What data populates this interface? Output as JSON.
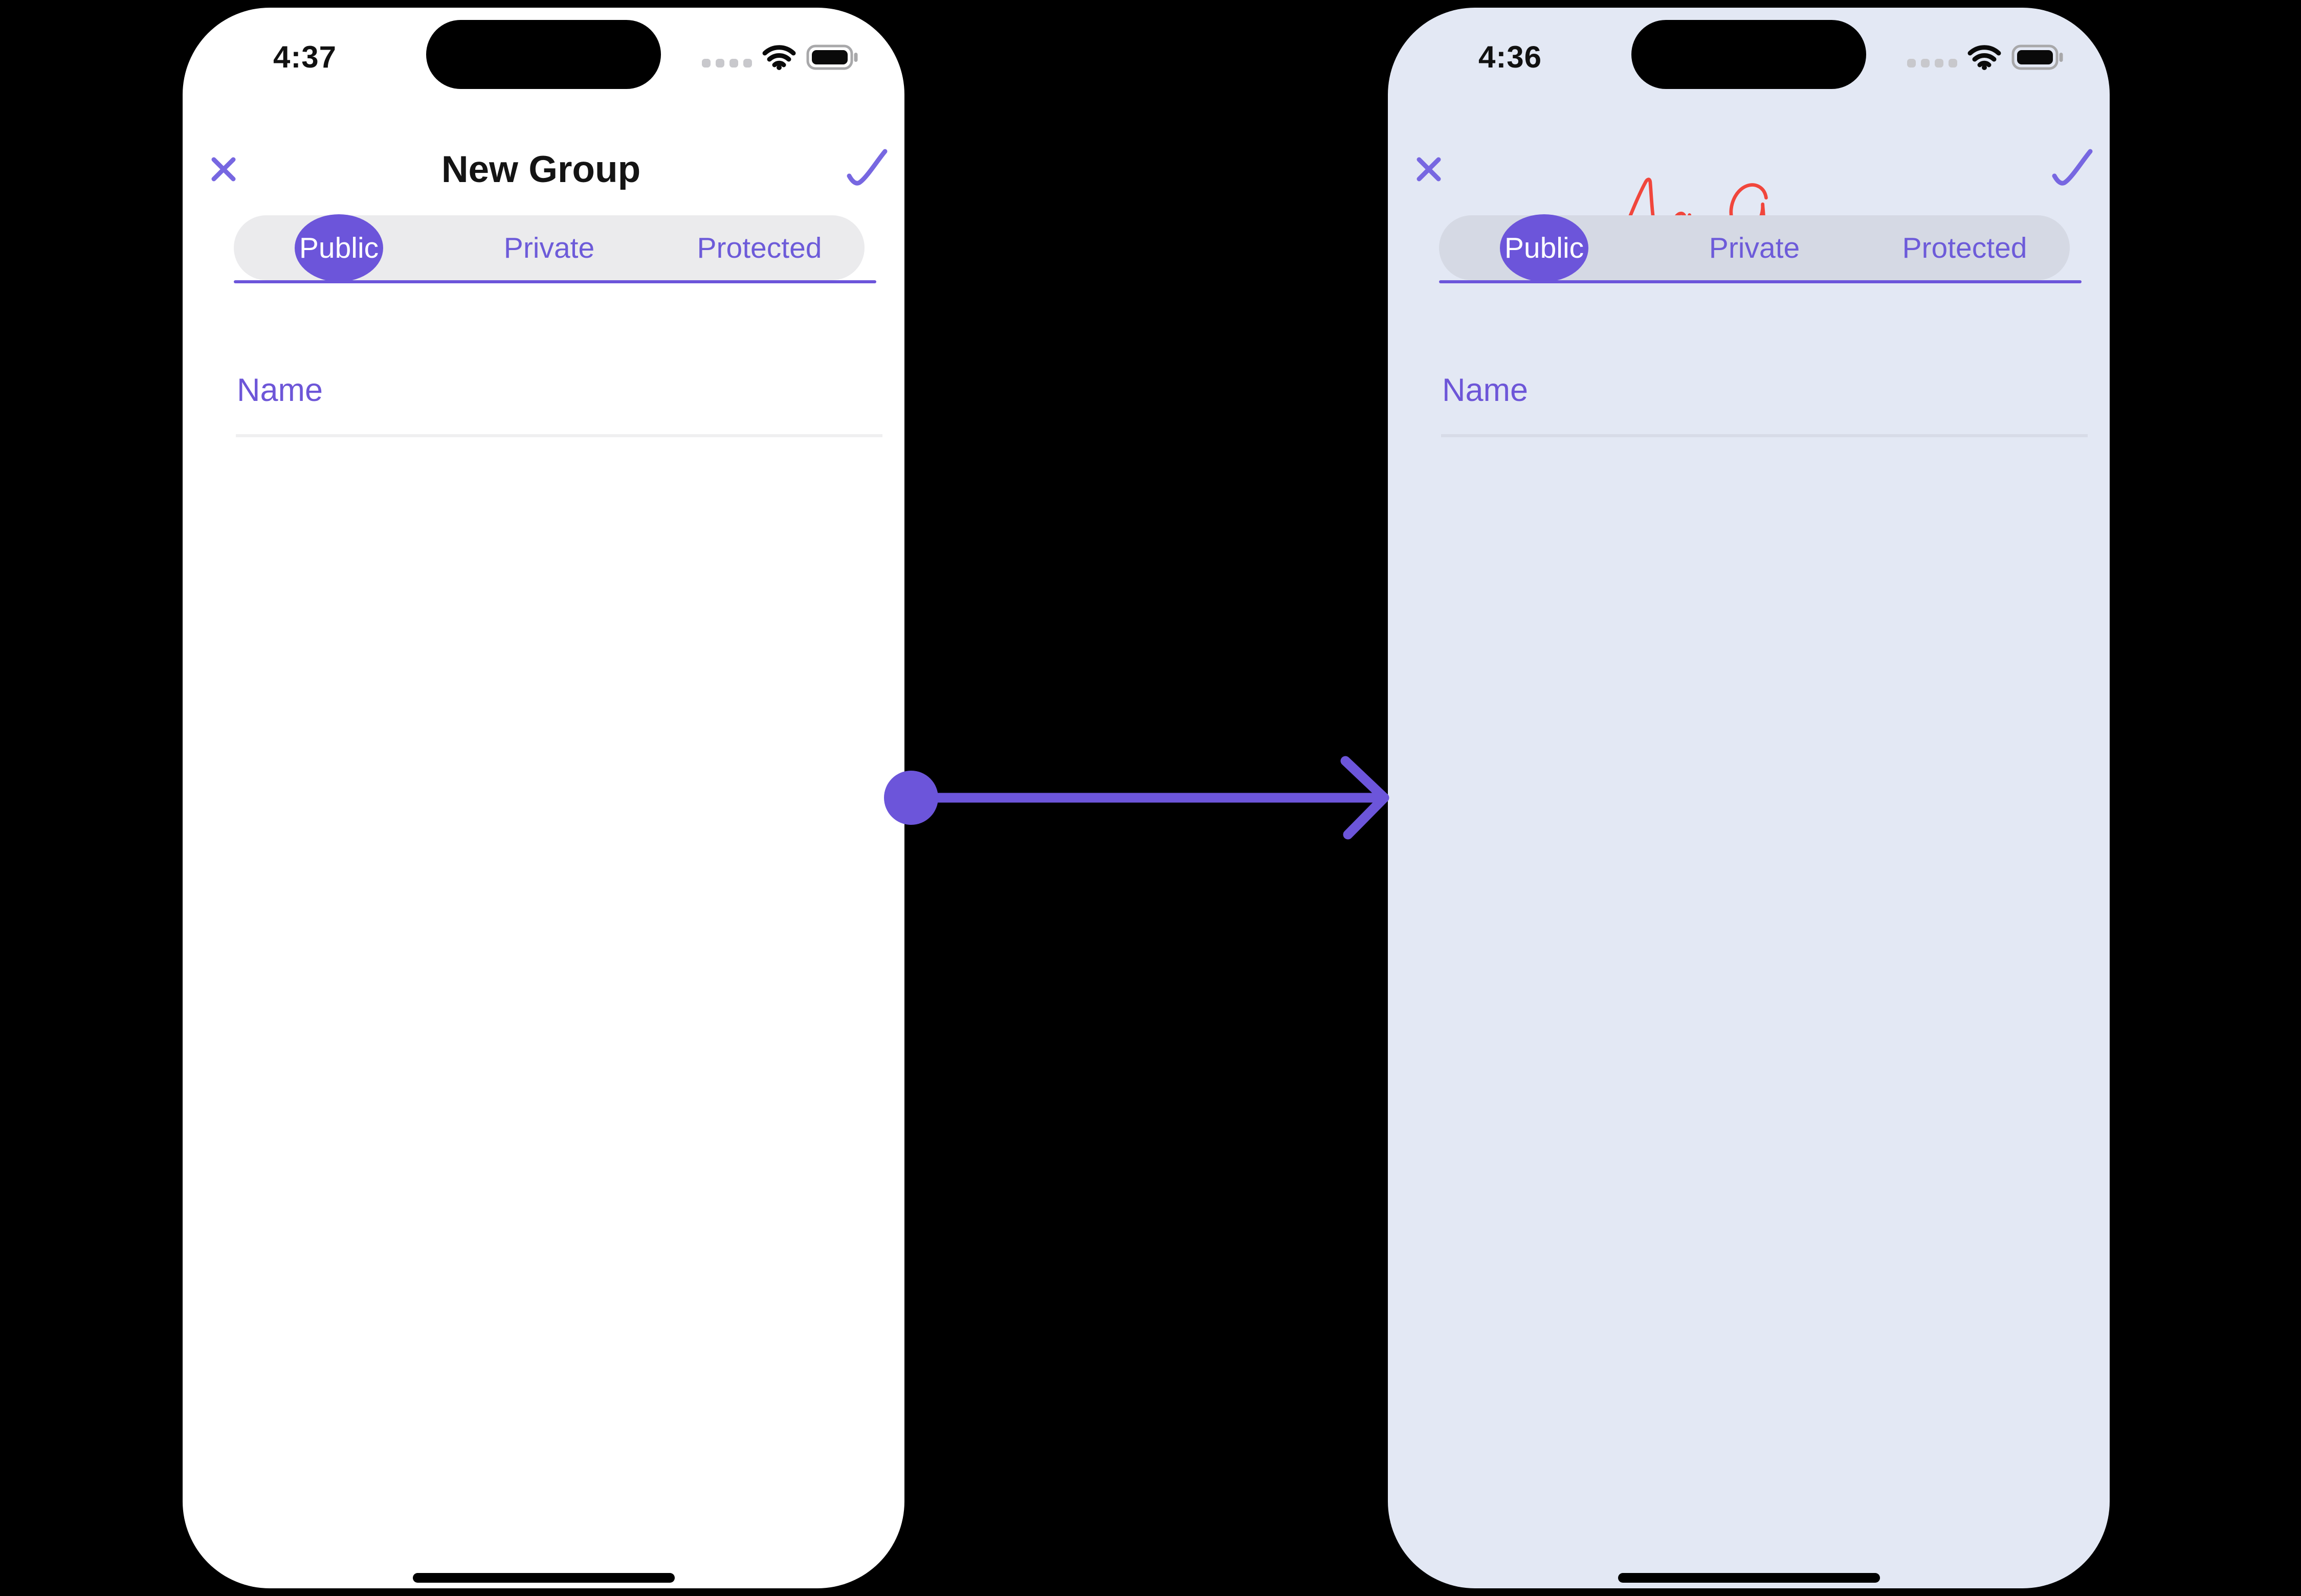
{
  "colors": {
    "accent": "#6C55DA",
    "accent_soft": "#7767E1",
    "script_red": "#F1463C",
    "phone_light_bg": "#FFFFFF",
    "phone_lavender_bg": "#E3E8F4",
    "pill_light": "#EBEBED",
    "pill_lavender": "#D5D9E4",
    "status_dot_gray": "#C8C8CC",
    "battery_shell_gray": "#A8A8AA"
  },
  "arrow": {
    "icon": "arrow-right-icon",
    "direction": "right",
    "color": "#6C55DA"
  },
  "phones": [
    {
      "title_style": "sans",
      "status": {
        "time": "4:37",
        "icons": [
          "cellular-dots-icon",
          "wifi-icon",
          "battery-icon"
        ]
      },
      "nav": {
        "title": "New Group",
        "title_color": "#141414",
        "close_icon": "close-icon",
        "confirm_icon": "checkmark-icon"
      },
      "tabs": [
        {
          "label": "Public",
          "selected": true
        },
        {
          "label": "Private",
          "selected": false
        },
        {
          "label": "Protected",
          "selected": false
        }
      ],
      "name_field": {
        "placeholder": "Name",
        "value": ""
      }
    },
    {
      "title_style": "script",
      "status": {
        "time": "4:36",
        "icons": [
          "cellular-dots-icon",
          "wifi-icon",
          "battery-icon"
        ]
      },
      "nav": {
        "title": "New Group",
        "title_color": "#F1463C",
        "close_icon": "close-icon",
        "confirm_icon": "checkmark-icon"
      },
      "tabs": [
        {
          "label": "Public",
          "selected": true
        },
        {
          "label": "Private",
          "selected": false
        },
        {
          "label": "Protected",
          "selected": false
        }
      ],
      "name_field": {
        "placeholder": "Name",
        "value": ""
      }
    }
  ]
}
